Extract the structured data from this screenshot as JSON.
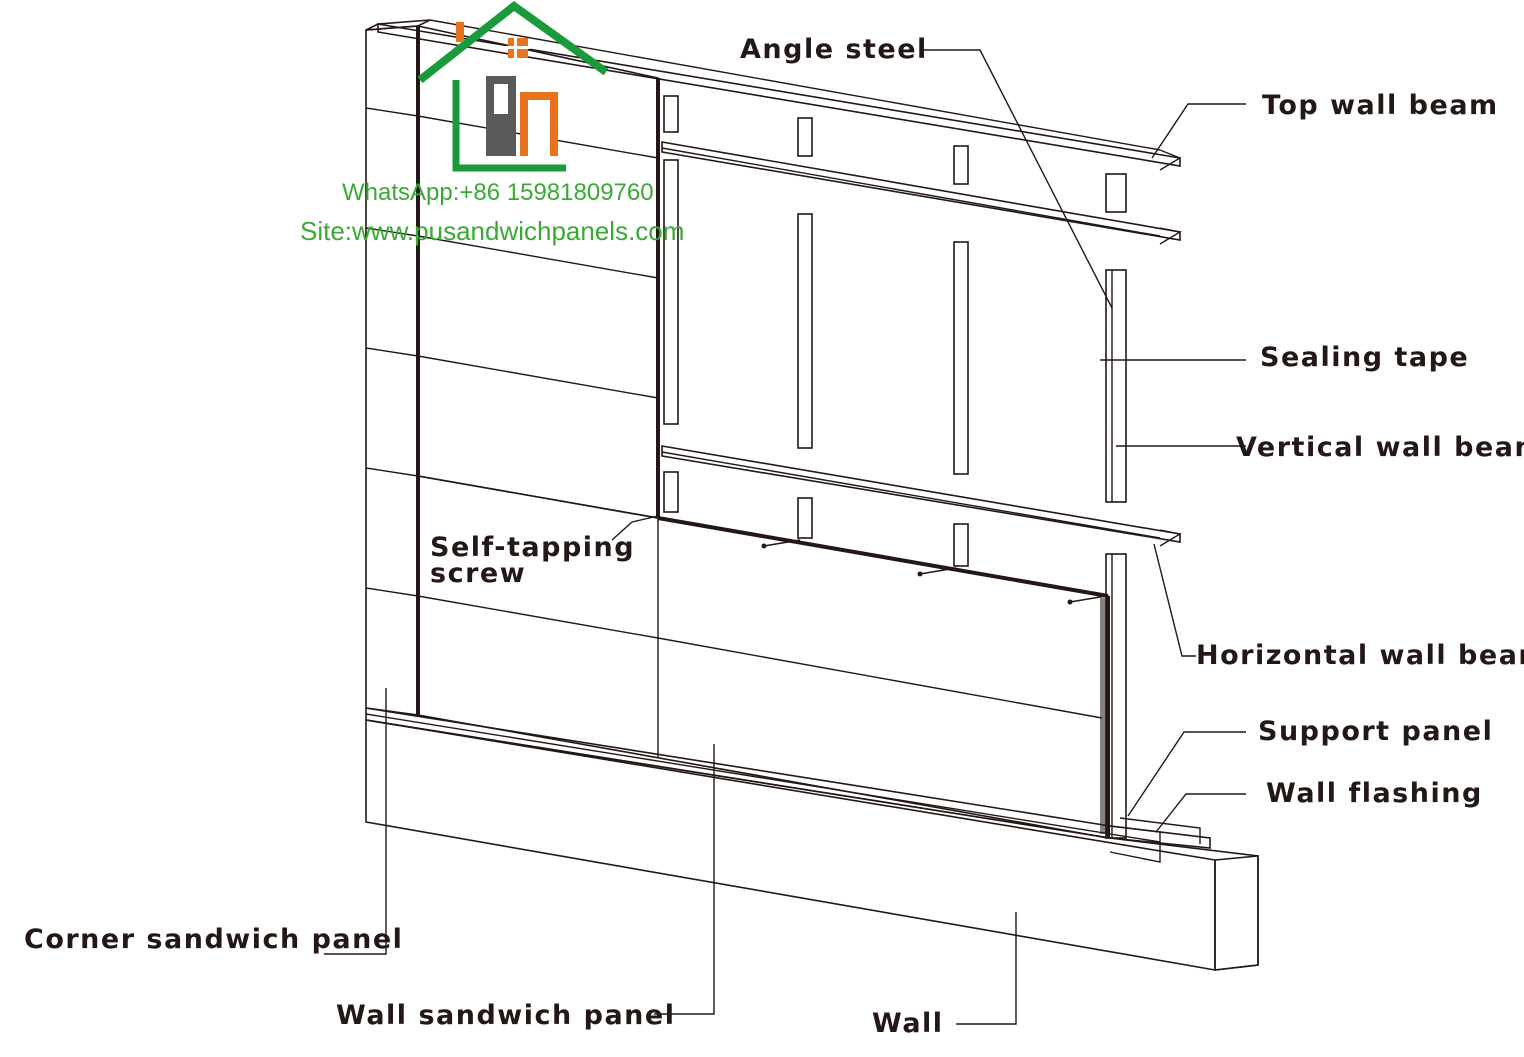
{
  "labels": {
    "angle_steel": "Angle steel",
    "top_wall_beam": "Top wall beam",
    "sealing_tape": "Sealing tape",
    "vertical_wall_beam": "Vertical wall beam",
    "horizontal_wall_beam": "Horizontal wall beam",
    "support_panel": "Support panel",
    "wall_flashing": "Wall flashing",
    "self_tapping_screw_line1": "Self-tapping",
    "self_tapping_screw_line2": "screw",
    "corner_sandwich_panel": "Corner sandwich panel",
    "wall_sandwich_panel": "Wall sandwich panel",
    "wall": "Wall"
  },
  "watermark": {
    "whatsapp": "WhatsApp:+86 15981809760",
    "site": "Site:www.pusandwichpanels.com"
  },
  "colors": {
    "line": "#231815",
    "logo_green": "#1a9a3a",
    "logo_orange": "#e8731c",
    "watermark_green": "#3aa935"
  }
}
